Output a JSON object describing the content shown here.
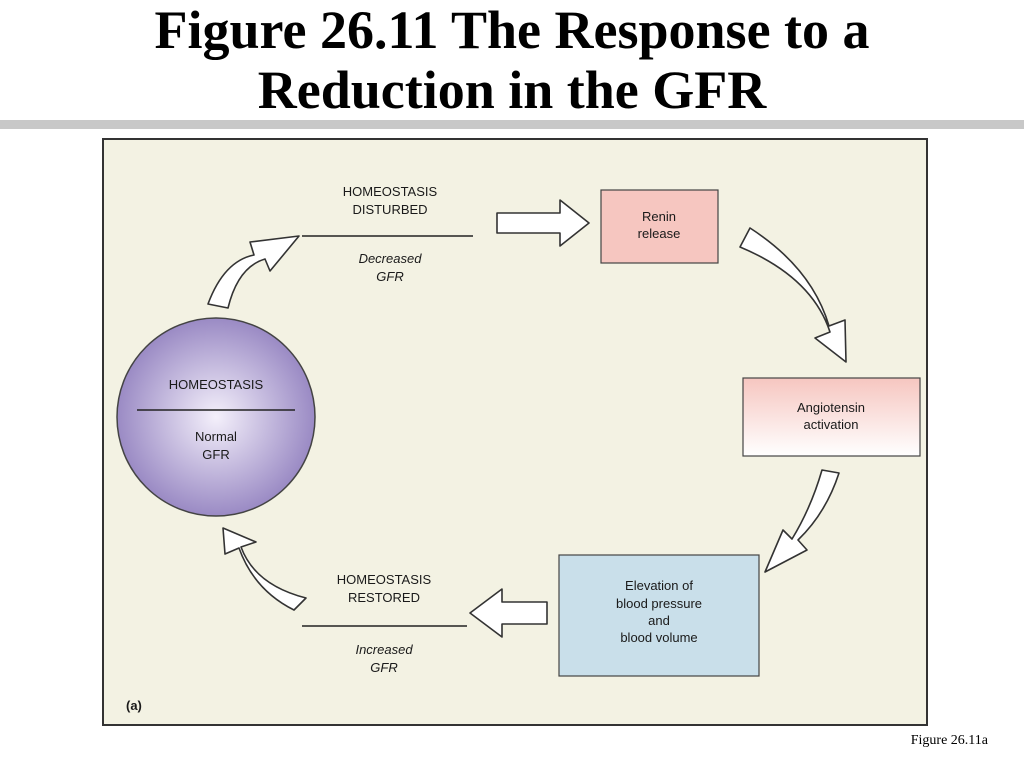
{
  "slide": {
    "title_line1": "Figure 26.11  The Response to a",
    "title_line2": "Reduction in the GFR",
    "caption": "Figure 26.11a"
  },
  "diagram": {
    "panel_label": "(a)",
    "homeostasis": {
      "top": "HOMEOSTASIS",
      "bottom_line1": "Normal",
      "bottom_line2": "GFR",
      "fill_center": "#f4f0fb",
      "fill_edge": "#9a8ac4"
    },
    "disturbed": {
      "top_line1": "HOMEOSTASIS",
      "top_line2": "DISTURBED",
      "bottom_line1": "Decreased",
      "bottom_line2": "GFR"
    },
    "restored": {
      "top_line1": "HOMEOSTASIS",
      "top_line2": "RESTORED",
      "bottom_line1": "Increased",
      "bottom_line2": "GFR"
    },
    "renin": {
      "line1": "Renin",
      "line2": "release",
      "color": "#f6c6c0"
    },
    "angiotensin": {
      "line1": "Angiotensin",
      "line2": "activation",
      "color_top": "#f6c6c0",
      "color_bottom": "#ffffff"
    },
    "elevation": {
      "line1": "Elevation of",
      "line2": "blood pressure",
      "line3": "and",
      "line4": "blood volume",
      "color": "#c9dfea"
    },
    "panel_background": "#f3f2e3"
  }
}
